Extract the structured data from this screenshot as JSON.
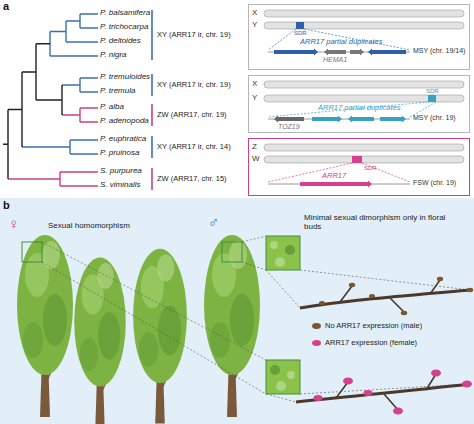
{
  "diagram": {
    "nodes": [
      {
        "text": [
          "X",
          "Y",
          "SDR",
          "ARR17 partial duplicates",
          "HEMA1",
          "MSY (chr. 19/14)"
        ]
      },
      {
        "text": [
          "X",
          "Y",
          "SDR",
          "ARR17 partial duplicates",
          "TOZ19",
          "MSY (chr. 19)"
        ]
      },
      {
        "text": [
          "Z",
          "W",
          "SDR",
          "ARR17",
          "FSW (chr. 19)"
        ]
      }
    ],
    "labels": [
      "a",
      "P. balsamifera",
      "P. trichocarpa",
      "P. deltoides",
      "P. nigra",
      "P. tremuloides",
      "P. tremula",
      "P. alba",
      "P. adenopoda",
      "P. euphratica",
      "P. pruinosa",
      "S. purpurea",
      "S. viminalis",
      "XY (ARR17 ir, chr. 19)",
      "XY (ARR17 ir, chr. 19)",
      "ZW (ARR17, chr. 19)",
      "XY (ARR17 ir, chr. 14)",
      "ZW (ARR17, chr. 15)",
      "b",
      "♀",
      "♂",
      "Sexual homomorphism",
      "Minimal sexual dimorphism only in floral buds"
    ],
    "legend": [
      {
        "text": "No ARR17 expression (male)",
        "color": "#7a5632"
      },
      {
        "text": "ARR17 expression (female)",
        "color": "#d6408e"
      }
    ]
  }
}
